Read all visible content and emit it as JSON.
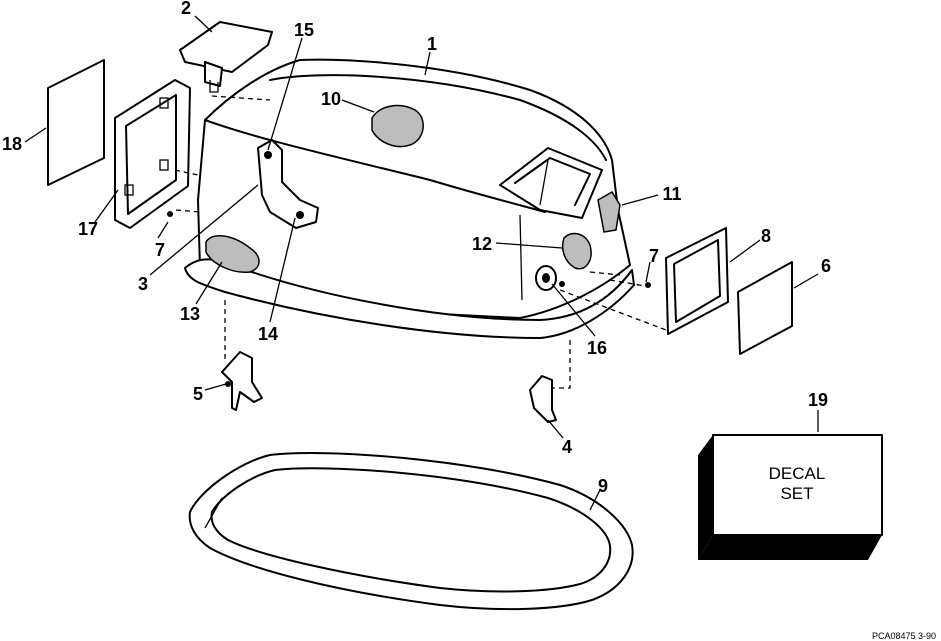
{
  "callouts": [
    "1",
    "2",
    "15",
    "10",
    "18",
    "17",
    "7",
    "3",
    "13",
    "14",
    "5",
    "11",
    "12",
    "7",
    "8",
    "6",
    "16",
    "4",
    "19",
    "9"
  ],
  "decal_box": {
    "line1": "DECAL",
    "line2": "SET"
  },
  "drawing_code": "PCA08475   3-90"
}
